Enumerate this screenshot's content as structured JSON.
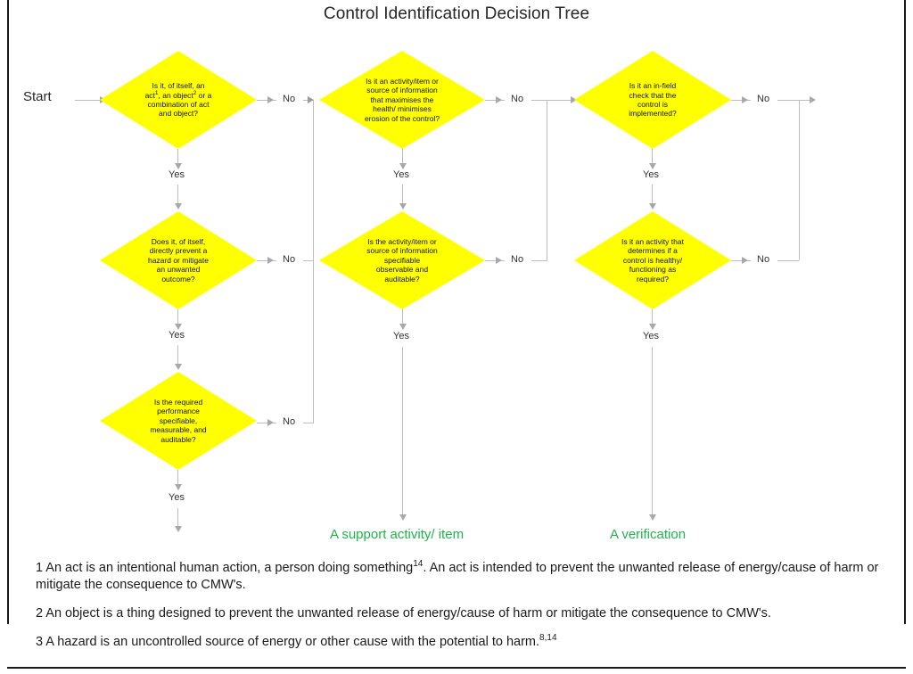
{
  "title": "Control Identification Decision Tree",
  "start_label": "Start",
  "edge_labels": {
    "yes": "Yes",
    "no": "No"
  },
  "colors": {
    "decision_fill": "#FFFF00",
    "outcome_text": "#21B24B",
    "connector": "#bdbdbd",
    "frame": "#1a1a1a"
  },
  "columns": [
    {
      "id": "column-1",
      "decisions": [
        {
          "id": "d1",
          "text_parts": [
            "Is it, of itself, an\nact",
            "1",
            ", an object",
            "2",
            " or a\ncombination of act\nand object?"
          ],
          "text": "Is it, of itself, an act1, an object2 or a combination of act and object?",
          "yes_label": "Yes",
          "no_label": "No"
        },
        {
          "id": "d2",
          "text": "Does it, of itself,\ndirectly prevent a\nhazard  or mitigate\nan unwanted\noutcome?",
          "yes_label": "Yes",
          "no_label": "No"
        },
        {
          "id": "d3",
          "text": "Is the required\nperformance\nspecifiable,\nmeasurable, and\nauditable?",
          "yes_label": "Yes",
          "no_label": "No"
        }
      ],
      "outcome": ""
    },
    {
      "id": "column-2",
      "decisions": [
        {
          "id": "d4",
          "text": "Is it an activity/item or\nsource of information\nthat maximises the\nhealth/ minimises\nerosion of the control?",
          "yes_label": "Yes",
          "no_label": "No"
        },
        {
          "id": "d5",
          "text": "Is the activity/item or\nsource of information\nspecifiable\nobservable and\nauditable?",
          "yes_label": "Yes",
          "no_label": "No"
        }
      ],
      "outcome": "A support activity/ item"
    },
    {
      "id": "column-3",
      "decisions": [
        {
          "id": "d6",
          "text": "Is it an in-field\ncheck that the\ncontrol is\nimplemented?",
          "yes_label": "Yes",
          "no_label": "No"
        },
        {
          "id": "d7",
          "text": "Is it an activity that\ndetermines if a\ncontrol is healthy/\nfunctioning as\nrequired?",
          "yes_label": "Yes",
          "no_label": "No"
        }
      ],
      "outcome": "A verification"
    }
  ],
  "footnotes": [
    {
      "number": "1",
      "text_a": "1  An act is an intentional human action, a person doing something",
      "sup_a": "14",
      "text_b": ". An act is intended to prevent the unwanted release of energy/cause of harm or mitigate the consequence to CMW's."
    },
    {
      "number": "2",
      "text_a": "2  An object is a thing designed to prevent the unwanted release of energy/cause of harm or mitigate the consequence to CMW's.",
      "sup_a": "",
      "text_b": ""
    },
    {
      "number": "3",
      "text_a": "3  A hazard is an uncontrolled source of energy or other cause with the potential to harm.",
      "sup_a": "8,14",
      "text_b": ""
    }
  ]
}
